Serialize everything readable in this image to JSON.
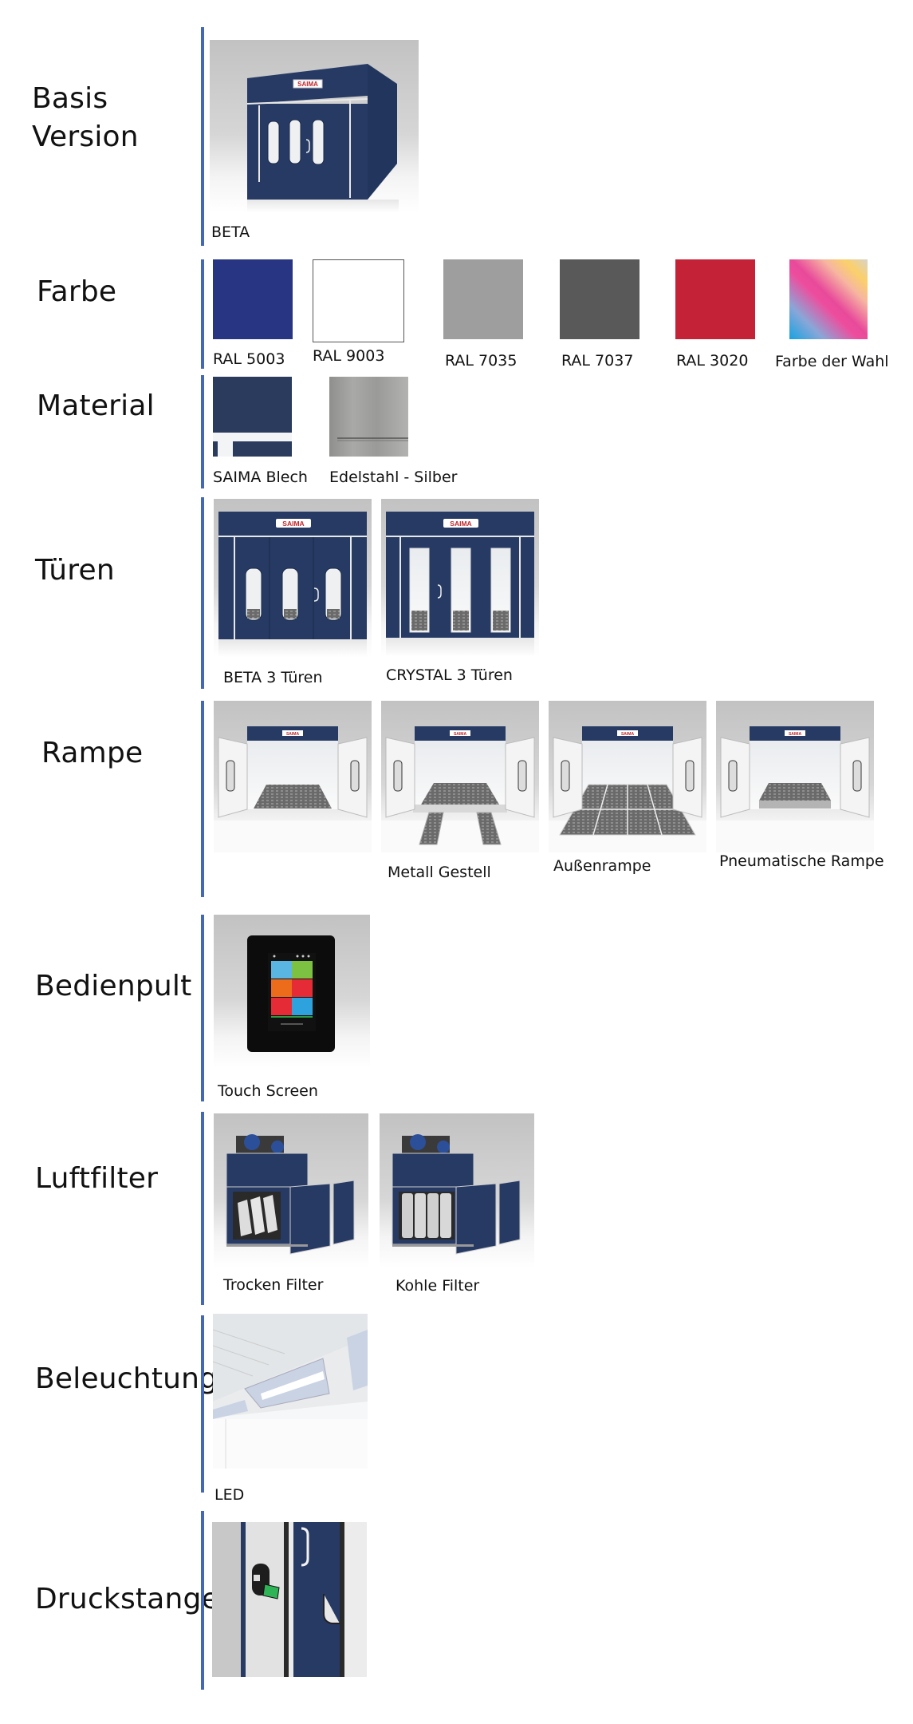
{
  "sections": {
    "basis": {
      "title_line1": "Basis",
      "title_line2": "Version",
      "items": [
        {
          "label": "BETA",
          "image": "booth-closed-3-doors"
        }
      ]
    },
    "farbe": {
      "title": "Farbe",
      "items": [
        {
          "label": "RAL 5003",
          "color": "#283583"
        },
        {
          "label": "RAL 9003",
          "color": "#ffffff"
        },
        {
          "label": "RAL 7035",
          "color": "#9e9e9e"
        },
        {
          "label": "RAL 7037",
          "color": "#595959"
        },
        {
          "label": "RAL 3020",
          "color": "#c42236"
        },
        {
          "label": "Farbe der Wahl",
          "color": "rainbow-gradient"
        }
      ]
    },
    "material": {
      "title": "Material",
      "items": [
        {
          "label": "SAIMA Blech",
          "image": "blue-sheet-metal"
        },
        {
          "label": "Edelstahl - Silber",
          "image": "stainless-steel-silver"
        }
      ]
    },
    "tueren": {
      "title": "Türen",
      "items": [
        {
          "label": "BETA 3 Türen",
          "image": "beta-3-doors"
        },
        {
          "label": "CRYSTAL 3 Türen",
          "image": "crystal-3-doors"
        }
      ]
    },
    "rampe": {
      "title": "Rampe",
      "items": [
        {
          "label": "",
          "image": "booth-open-no-ramp"
        },
        {
          "label": "Metall Gestell",
          "image": "booth-metal-frame"
        },
        {
          "label": "Außenrampe",
          "image": "booth-outer-ramp"
        },
        {
          "label": "Pneumatische Rampe",
          "image": "booth-pneumatic-ramp"
        }
      ]
    },
    "bedienpult": {
      "title": "Bedienpult",
      "items": [
        {
          "label": "Touch Screen",
          "image": "touch-screen-panel"
        }
      ]
    },
    "luftfilter": {
      "title": "Luftfilter",
      "items": [
        {
          "label": "Trocken Filter",
          "image": "dry-filter-unit"
        },
        {
          "label": "Kohle Filter",
          "image": "carbon-filter-unit"
        }
      ]
    },
    "beleuchtung": {
      "title": "Beleuchtung",
      "items": [
        {
          "label": "LED",
          "image": "led-ceiling-lights"
        }
      ]
    },
    "druckstange": {
      "title": "Druckstange",
      "items": [
        {
          "label": "",
          "image": "push-bar-door-handle"
        }
      ]
    }
  },
  "brand": {
    "logo_text": "SAIMA",
    "accent": "#4468b4",
    "booth_blue": "#263a64",
    "logo_red": "#c0272d"
  }
}
